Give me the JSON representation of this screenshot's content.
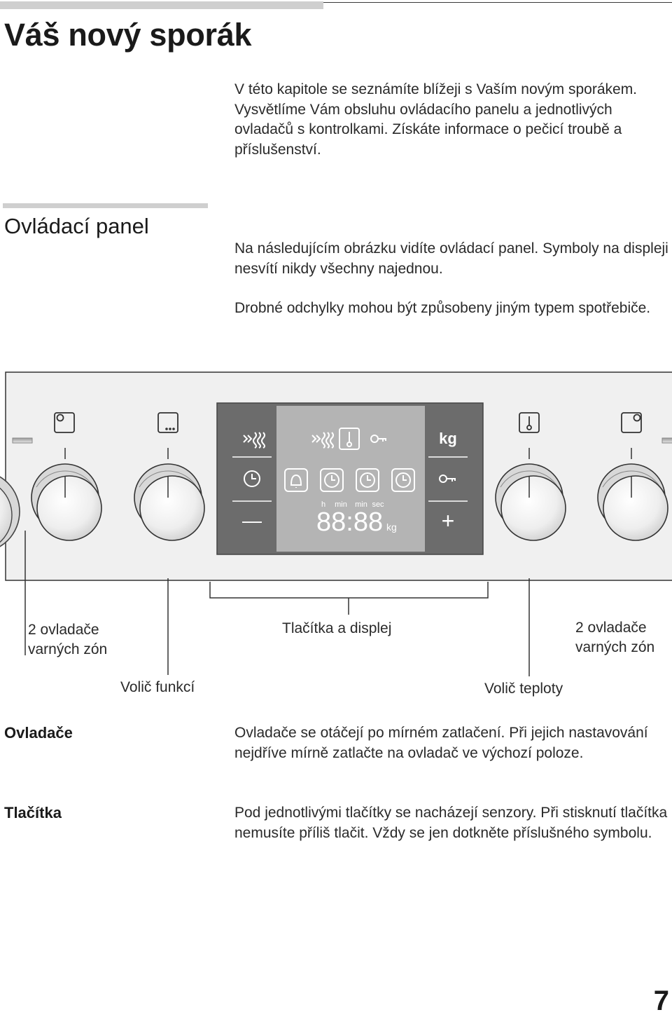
{
  "page": {
    "title": "Váš nový sporák",
    "intro": "V této kapitole se seznámíte blížeji s Vaším novým sporákem. Vysvětlíme Vám obsluhu ovládacího panelu a jednotlivých ovladačů s kontrolkami. Získáte informace o pečicí troubě a příslušenství.",
    "page_number": "7"
  },
  "section": {
    "title": "Ovládací panel",
    "text1": "Na následujícím obrázku vidíte ovládací panel. Symboly na displeji nesvítí nikdy všechny najednou.",
    "text2": "Drobné odchylky mohou být způsobeny jiným typem spotřebiče."
  },
  "panel": {
    "display": {
      "units": [
        "h",
        "min",
        "min",
        "sec"
      ],
      "digits": "88:88",
      "weight_unit": "kg"
    },
    "button_labels": {
      "weight": "kg",
      "minus": "—",
      "plus": "+"
    },
    "icons": [
      "cooktop-front-left-icon",
      "cooktop-more-icon",
      "rapid-heat-icon",
      "clock-icon",
      "thermometer-icon",
      "key-lock-icon",
      "timer-bell-icon",
      "cook-time-icon",
      "end-time-icon",
      "cooktop-back-right-icon"
    ]
  },
  "callouts": {
    "left_hobs": "2 ovladače varných zón",
    "buttons_display": "Tlačítka a displej",
    "right_hobs": "2 ovladače varných zón",
    "function_selector": "Volič funkcí",
    "temperature_selector": "Volič teploty"
  },
  "terms": {
    "controls_title": "Ovladače",
    "controls_text": "Ovladače se otáčejí po mírném zatlačení. Při jejich nastavování nejdříve mírně zatlačte na ovladač ve výchozí poloze.",
    "buttons_title": "Tlačítka",
    "buttons_text": "Pod jednotlivými tlačítky se nacházejí senzory. Při stisknutí tlačítka nemusíte příliš tlačit. Vždy se jen dotkněte příslušného symbolu."
  },
  "colors": {
    "panel": "#f0f0f0",
    "display_frame": "#6c6c6c",
    "display_screen": "#b4b4b4",
    "knob": "#e2e2e2",
    "rule": "#cfcfcf"
  }
}
